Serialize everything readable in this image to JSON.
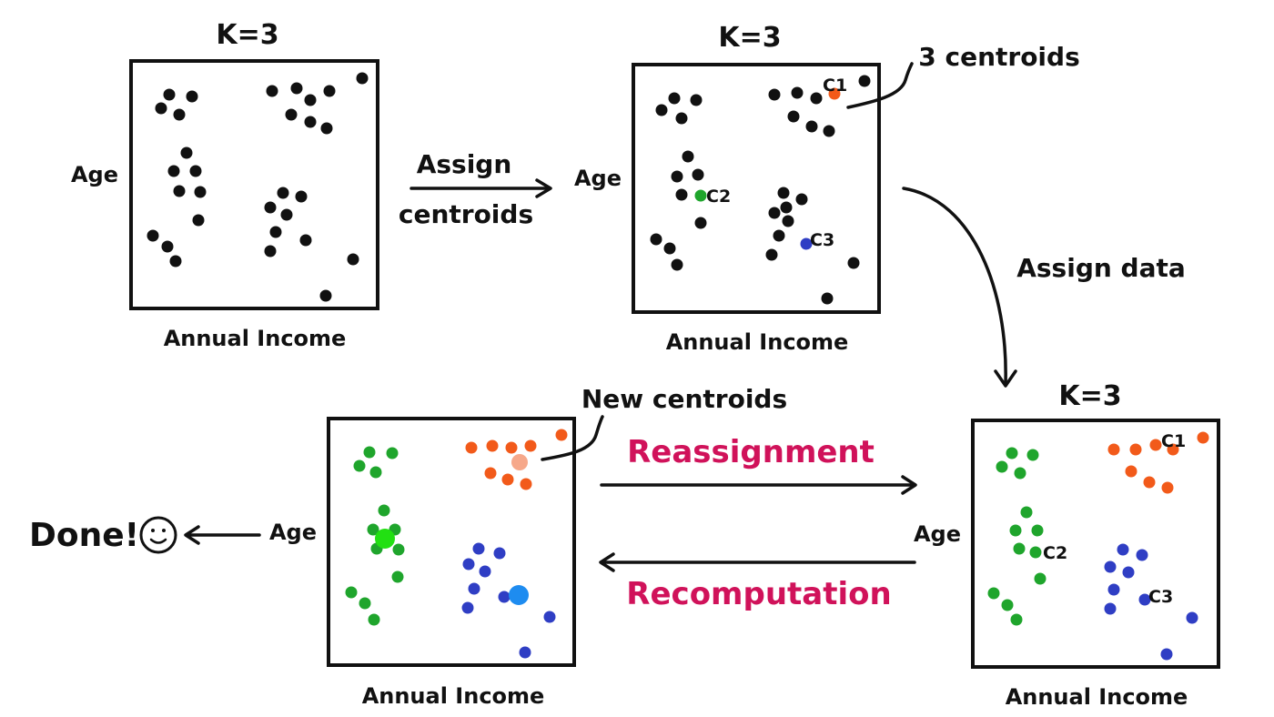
{
  "colors": {
    "unassigned": "#111111",
    "cluster_c1": "#f25a1a",
    "cluster_c2": "#1fa52c",
    "cluster_c3": "#2f3ec4",
    "new_centroid_c1": "#f6a88a",
    "new_centroid_c2": "#22e012",
    "new_centroid_c3": "#1e8cf0",
    "highlight_text": "#d0125a"
  },
  "panel_initial": {
    "title": "K=3",
    "xlabel": "Annual Income",
    "ylabel": "Age"
  },
  "panel_centroids": {
    "title": "K=3",
    "xlabel": "Annual Income",
    "ylabel": "Age",
    "centroid_labels": [
      "C1",
      "C2",
      "C3"
    ]
  },
  "panel_assigned": {
    "title": "K=3",
    "xlabel": "Annual Income",
    "ylabel": "Age",
    "centroid_labels": [
      "C1",
      "C2",
      "C3"
    ]
  },
  "panel_final": {
    "xlabel": "Annual Income",
    "ylabel": "Age"
  },
  "steps": {
    "assign_centroids_line1": "Assign",
    "assign_centroids_line2": "centroids",
    "assign_data": "Assign data",
    "reassignment": "Reassignment",
    "recomputation": "Recomputation"
  },
  "annotations": {
    "three_centroids": "3 centroids",
    "new_centroids": "New centroids",
    "done": "Done!"
  }
}
